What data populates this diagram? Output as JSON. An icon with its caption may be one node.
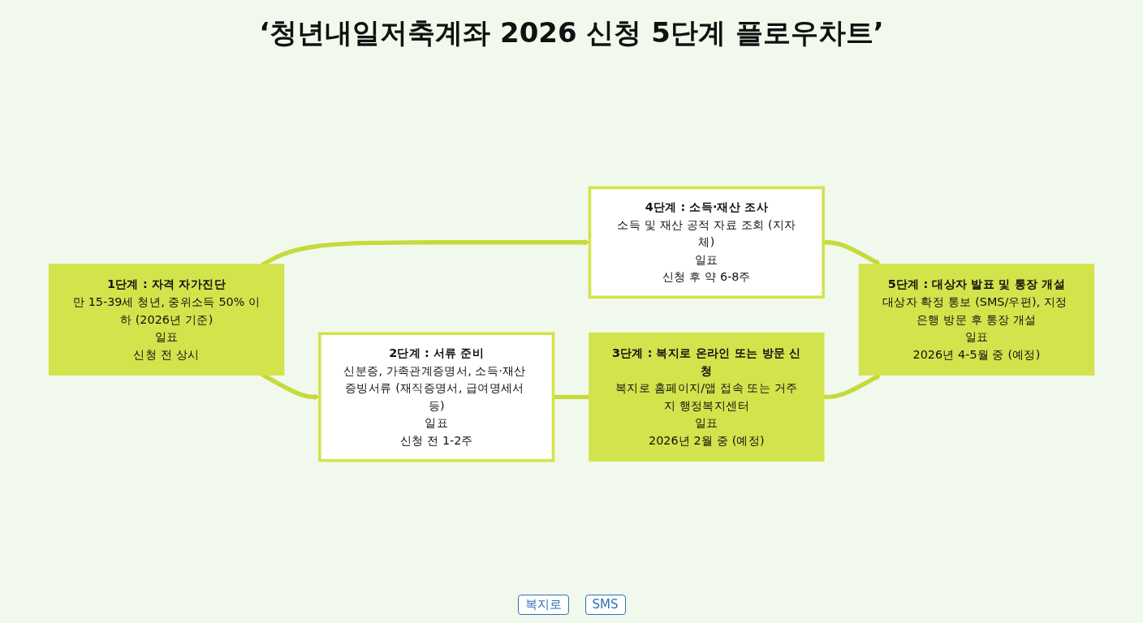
{
  "diagram": {
    "title": "‘청년내일저축계좌 2026 신청 5단계 플로우차트’",
    "nodes": [
      {
        "text": [
          "1단계 : 자격 자가진단",
          "만 15-39세 청년, 중위소득 50% 이하 (2026년 기준)",
          "일표",
          "신청 전 상시"
        ]
      },
      {
        "text": [
          "2단계 : 서류 준비",
          "신분증, 가족관계증명서, 소득·재산 증빙서류 (재직증명서, 급여명세서 등)",
          "일표",
          "신청 전 1-2주"
        ]
      },
      {
        "text": [
          "3단계 : 복지로 온라인 또는 방문 신청",
          "복지로 홈페이지/앱 접속 또는 거주지 행정복지센터",
          "일표",
          "2026년 2월 중 (예정)"
        ]
      },
      {
        "text": [
          "4단계 : 소득·재산 조사",
          "소득 및 재산 공적 자료 조회 (지자체)",
          "일표",
          "신청 후 약 6-8주"
        ]
      },
      {
        "text": [
          "5단계 : 대상자 발표 및 통장 개설",
          "대상자 확정 통보 (SMS/우편), 지정 은행 방문 후 통장 개설",
          "일표",
          "2026년 4-5월 중 (예정)"
        ]
      }
    ],
    "edges": [
      {
        "from": 0,
        "to": 1,
        "arrow": "to"
      },
      {
        "from": 1,
        "to": 2,
        "arrow": "none"
      },
      {
        "from": 0,
        "to": 3,
        "arrow": "to"
      },
      {
        "from": 3,
        "to": 4,
        "arrow": "to"
      },
      {
        "from": 2,
        "to": 4,
        "arrow": "to"
      }
    ],
    "labels": [
      "복지로",
      "SMS"
    ]
  }
}
